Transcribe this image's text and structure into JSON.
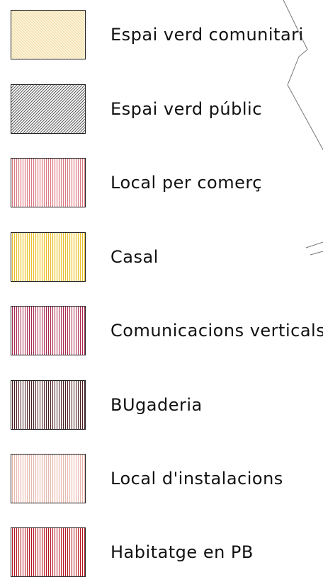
{
  "legend": {
    "items": [
      {
        "label": "Espai verd comunitari",
        "pattern": "diagonal-left",
        "color": "#ecd9a4",
        "fill": "#fff6dc"
      },
      {
        "label": "Espai verd públic",
        "pattern": "diagonal-right",
        "color": "#555555",
        "fill": "#ffffff"
      },
      {
        "label": "Local per comerç",
        "pattern": "vertical",
        "color": "#d97a83",
        "fill": "#fff4f4"
      },
      {
        "label": "Casal",
        "pattern": "vertical",
        "color": "#e8be2e",
        "fill": "#fffbe2"
      },
      {
        "label": "Comunicacions verticals",
        "pattern": "vertical",
        "color": "#a8284d",
        "fill": "#ffffff"
      },
      {
        "label": "BUgaderia",
        "pattern": "vertical",
        "color": "#4a1e21",
        "fill": "#ffffff"
      },
      {
        "label": "Local d'instalacions",
        "pattern": "vertical",
        "color": "#e7b8ad",
        "fill": "#fffafa"
      },
      {
        "label": "Habitatge en PB",
        "pattern": "vertical",
        "color": "#b3161e",
        "fill": "#ffffff"
      }
    ]
  }
}
